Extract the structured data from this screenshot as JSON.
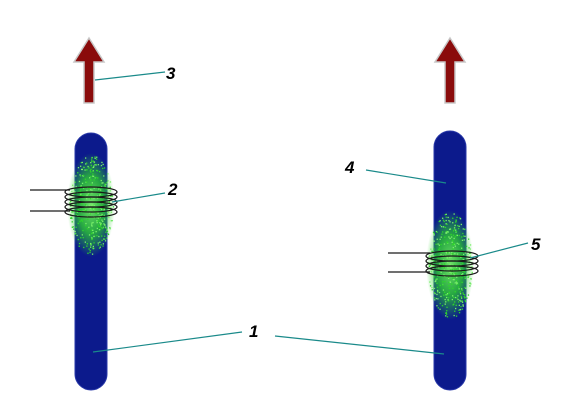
{
  "colors": {
    "rod_fill": "#0c1a8c",
    "rod_edge": "#2838a8",
    "glow": "#2fd62a",
    "glow_light": "#7af06a",
    "coil": "#1a1a1a",
    "arrow_fill": "#8a0b0b",
    "arrow_edge": "#c8c8c8",
    "leader": "#1a8a8a",
    "background": "#ffffff"
  },
  "icons": {
    "arrow": "up-arrow-icon",
    "coil": "coil-icon"
  },
  "callouts": [
    {
      "id": "1",
      "text": "1"
    },
    {
      "id": "2",
      "text": "2"
    },
    {
      "id": "3",
      "text": "3"
    },
    {
      "id": "4",
      "text": "4"
    },
    {
      "id": "5",
      "text": "5"
    }
  ]
}
